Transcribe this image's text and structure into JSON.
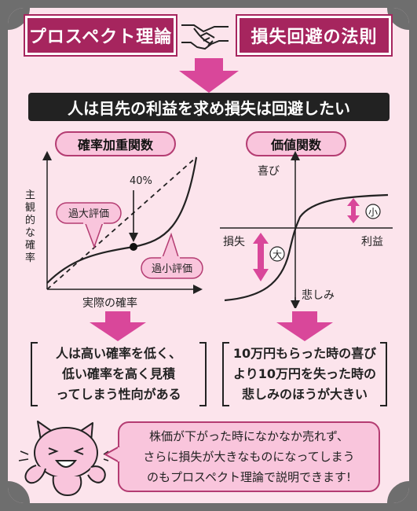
{
  "header": {
    "left_title": "プロスペクト理論",
    "right_title": "損失回避の法則"
  },
  "headline": "人は目先の利益を求め損失は回避したい",
  "left_chart": {
    "pill": "確率加重関数",
    "ylabel": [
      "主",
      "観",
      "的",
      "な",
      "確",
      "率"
    ],
    "xlabel": "実際の確率",
    "point_label": "40%",
    "over_label": "過大評価",
    "under_label": "過小評価"
  },
  "right_chart": {
    "pill": "価値関数",
    "top_label": "喜び",
    "bottom_label": "悲しみ",
    "left_label": "損失",
    "right_label": "利益",
    "small_mark": "小",
    "big_mark": "大"
  },
  "summaries": {
    "left": [
      "人は高い確率を低く、",
      "低い確率を高く見積",
      "ってしまう性向がある"
    ],
    "right": [
      "10万円もらった時の喜び",
      "より10万円を失った時の",
      "悲しみのほうが大きい"
    ]
  },
  "bubble": [
    "株価が下がった時になかなか売れず、",
    "さらに損失が大きなものになってしまう",
    "のもプロスペクト理論で説明できます!"
  ],
  "colors": {
    "accent": "#a6255e",
    "pink": "#f9c5dc",
    "arrow": "#d9479a",
    "background": "#fce4ec"
  }
}
